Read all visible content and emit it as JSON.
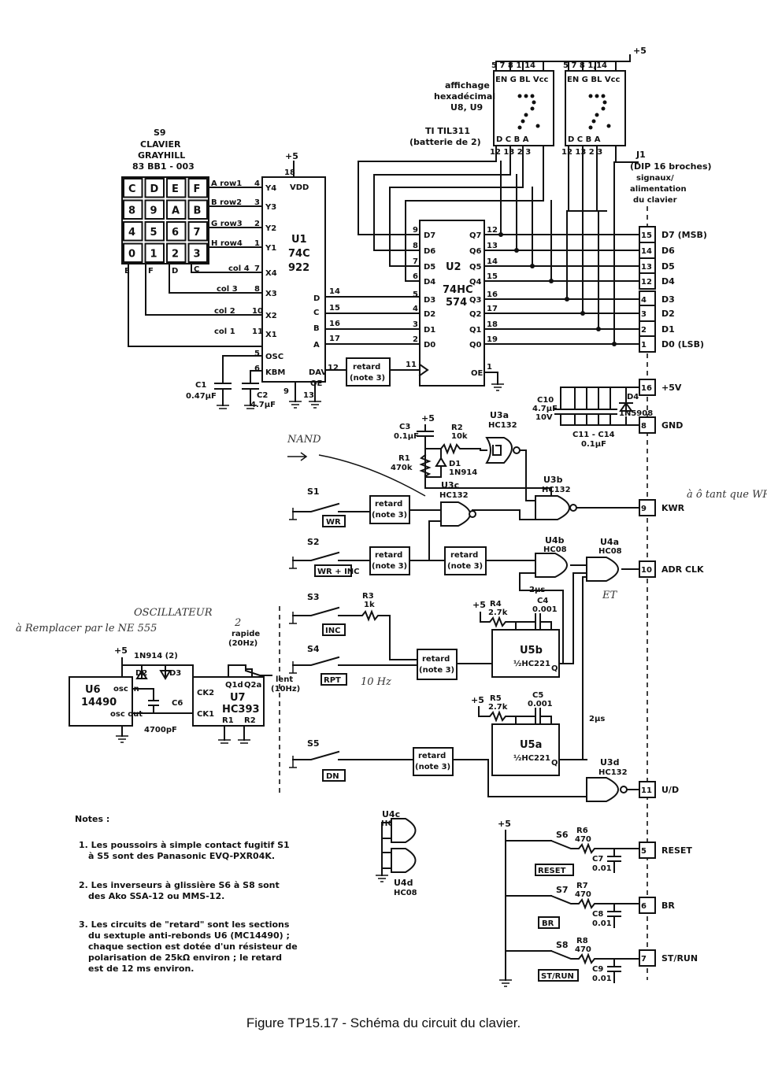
{
  "caption": "Figure TP15.17 - Schéma du circuit du clavier.",
  "power": {
    "plus5": "+5"
  },
  "keypad": {
    "name": "S9",
    "title1": "CLAVIER",
    "title2": "GRAYHILL",
    "part": "83 BB1 - 003",
    "keys": [
      "C",
      "D",
      "E",
      "F",
      "8",
      "9",
      "A",
      "B",
      "4",
      "5",
      "6",
      "7",
      "0",
      "1",
      "2",
      "3"
    ],
    "rows": [
      "A row1",
      "B row2",
      "G row3",
      "H row4"
    ],
    "cols": [
      "E",
      "F",
      "D",
      "C"
    ],
    "col_nets": [
      "col 4",
      "col 3",
      "col 2",
      "col 1"
    ]
  },
  "u1": {
    "name": "U1",
    "type1": "74C",
    "type2": "922",
    "vdd": "VDD",
    "pin_vdd": "18",
    "y_pins": [
      "4",
      "3",
      "2",
      "1"
    ],
    "y_names": [
      "Y4",
      "Y3",
      "Y2",
      "Y1"
    ],
    "x_pins": [
      "7",
      "8",
      "10",
      "11"
    ],
    "x_names": [
      "X4",
      "X3",
      "X2",
      "X1"
    ],
    "out_names": [
      "D",
      "C",
      "B",
      "A"
    ],
    "osc": "OSC",
    "kbm": "KBM",
    "dav": "DAV",
    "oe": "OE",
    "pin_osc": "5",
    "pin_kbm": "6",
    "pin_gnd": "9",
    "pin_oe": "13"
  },
  "u2": {
    "name": "U2",
    "type1": "74HC",
    "type2": "574",
    "d_names": [
      "D7",
      "D6",
      "D5",
      "D4",
      "D3",
      "D2",
      "D1",
      "D0"
    ],
    "d_pins": [
      "9",
      "8",
      "7",
      "6",
      "5",
      "4",
      "3",
      "2"
    ],
    "q_names": [
      "Q7",
      "Q6",
      "Q5",
      "Q4",
      "Q3",
      "Q2",
      "Q1",
      "Q0"
    ],
    "q_pins": [
      "12",
      "13",
      "14",
      "15",
      "16",
      "17",
      "18",
      "19"
    ],
    "oe": "OE",
    "pin_clk": "11",
    "pin_oe": "1"
  },
  "u1_out_pins": [
    "14",
    "15",
    "16",
    "17",
    "12"
  ],
  "display": {
    "label1": "affichage",
    "label2": "hexadécimal",
    "label3": "U8, U9",
    "maker": "TI TIL311",
    "battery": "(batterie de 2)",
    "top_pins": "5 7 8 1,14",
    "top_names": "EN G BL Vcc",
    "bot_names": "D C B A",
    "bot_pins": "12 13 2 3"
  },
  "connector": {
    "name": "J1",
    "desc1": "(DIP 16 broches)",
    "desc2": "signaux/",
    "desc3": "alimentation",
    "desc4": "du clavier",
    "pins": [
      {
        "num": "15",
        "name": "D7 (MSB)"
      },
      {
        "num": "14",
        "name": "D6"
      },
      {
        "num": "13",
        "name": "D5"
      },
      {
        "num": "12",
        "name": "D4"
      },
      {
        "num": "4",
        "name": "D3"
      },
      {
        "num": "3",
        "name": "D2"
      },
      {
        "num": "2",
        "name": "D1"
      },
      {
        "num": "1",
        "name": "D0 (LSB)"
      },
      {
        "num": "16",
        "name": "+5V"
      },
      {
        "num": "8",
        "name": "GND"
      },
      {
        "num": "9",
        "name": "KWR"
      },
      {
        "num": "10",
        "name": "ADR CLK"
      },
      {
        "num": "11",
        "name": "U/D"
      },
      {
        "num": "5",
        "name": "RESET"
      },
      {
        "num": "6",
        "name": "BR"
      },
      {
        "num": "7",
        "name": "ST/RUN"
      }
    ]
  },
  "retard": {
    "l1": "retard",
    "l2": "(note 3)"
  },
  "caps": {
    "c1": "C1",
    "c1v": "0.47µF",
    "c2": "C2",
    "c2v": "4.7µF",
    "c3": "C3",
    "c3v": "0.1µF",
    "c10": "C10",
    "c10v": "4.7µF",
    "c10w": "10V",
    "c11": "C11 - C14",
    "c11v": "0.1µF",
    "c4": "C4",
    "c4v": "0.001",
    "c5": "C5",
    "c5v": "0.001",
    "c6": "C6",
    "c6v": "4700pF",
    "c7": "C7",
    "c7v": "0.01",
    "c8": "C8",
    "c8v": "0.01",
    "c9": "C9",
    "c9v": "0.01"
  },
  "resistors": {
    "r1": "R1",
    "r1v": "470k",
    "r2": "R2",
    "r2v": "10k",
    "r3": "R3",
    "r3v": "1k",
    "r4": "R4",
    "r4v": "2.7k",
    "r5": "R5",
    "r5v": "2.7k",
    "r6": "R6",
    "r6v": "470",
    "r7": "R7",
    "r7v": "470",
    "r8": "R8",
    "r8v": "470"
  },
  "diodes": {
    "d1": "D1",
    "d1v": "1N914",
    "d4": "D4",
    "d4v": "1N5908",
    "d23": "1N914 (2)",
    "d2": "D2",
    "d3": "D3"
  },
  "gates": {
    "u3a": "U3a",
    "u3b": "U3b",
    "u3c": "U3c",
    "u3d": "U3d",
    "hc132": "HC132",
    "u4a": "U4a",
    "u4b": "U4b",
    "u4c": "U4c",
    "u4d": "U4d",
    "hc08": "HC08"
  },
  "switches": {
    "s1": "S1",
    "s1l": "WR",
    "s2": "S2",
    "s2l": "WR + INC",
    "s3": "S3",
    "s3l": "INC",
    "s4": "S4",
    "s4l": "RPT",
    "s5": "S5",
    "s5l": "DN",
    "s6": "S6",
    "s6l": "RESET",
    "s7": "S7",
    "s7l": "BR",
    "s8": "S8",
    "s8l": "ST/RUN"
  },
  "u5": {
    "u5b": "U5b",
    "u5a": "U5a",
    "type": "½HC221",
    "q": "Q",
    "pulse": "2µs"
  },
  "u6": {
    "name": "U6",
    "type": "14490",
    "osc_in": "osc in",
    "osc_out": "osc out"
  },
  "u7": {
    "name": "U7",
    "type": "HC393",
    "ck1": "CK1",
    "ck2": "CK2",
    "q1d": "Q1d",
    "q2a": "Q2a",
    "r1": "R1",
    "r2": "R2"
  },
  "speed": {
    "rapide": "rapide",
    "rapide_f": "(20Hz)",
    "lent": "lent",
    "lent_f": "(10Hz)"
  },
  "notes": {
    "title": "Notes :",
    "n1a": "1. Les poussoirs à simple contact fugitif S1",
    "n1b": "à S5 sont des Panasonic EVQ-PXR04K.",
    "n2a": "2. Les inverseurs à glissière S6 à S8 sont",
    "n2b": "des Ako SSA-12 ou MMS-12.",
    "n3a": "3. Les circuits de \"retard\" sont les sections",
    "n3b": "du sextuple anti-rebonds U6 (MC14490) ;",
    "n3c": "chaque section est dotée d'un résisteur de",
    "n3d": "polarisation de 25kΩ environ ; le retard",
    "n3e": "est de 12 ms environ."
  },
  "handwritten": {
    "nand": "NAND",
    "osc": "OSCILLATEUR",
    "replace": "à Remplacer par le NE 555",
    "two": "2",
    "tenhz": "10 Hz",
    "et": "ET",
    "kwr_note": "à ô tant que WR enfoncé"
  }
}
